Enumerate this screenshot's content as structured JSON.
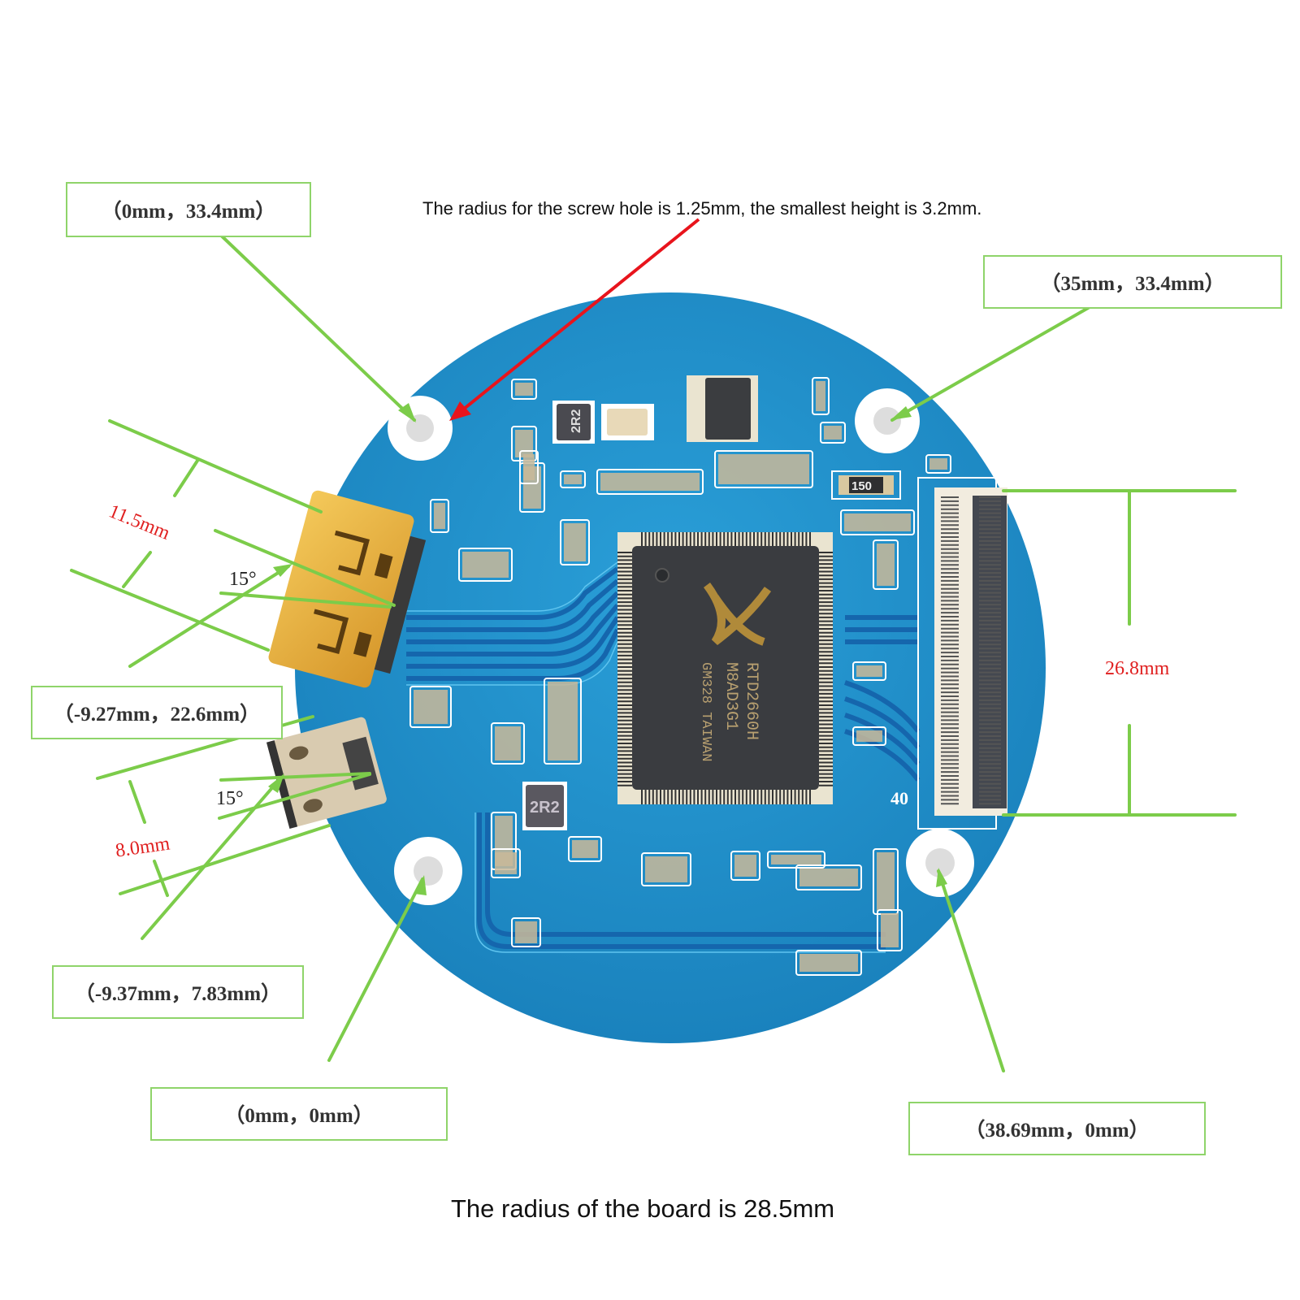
{
  "title_note": "The radius for the screw hole is 1.25mm, the smallest height is 3.2mm.",
  "caption": "The radius of the board is 28.5mm",
  "coordinates": {
    "top_left_hole": "（0mm，33.4mm）",
    "top_right_hole": "（35mm，33.4mm）",
    "hdmi_port": "（-9.27mm，22.6mm）",
    "usb_port": "（-9.37mm，7.83mm）",
    "bottom_left_hole": "（0mm，0mm）",
    "bottom_right_hole": "（38.69mm，0mm）"
  },
  "dimensions": {
    "hdmi_width": "11.5mm",
    "hdmi_angle": "15°",
    "usb_width": "8.0mm",
    "usb_angle": "15°",
    "fpc_length": "26.8mm"
  },
  "board": {
    "main_chip_lines": [
      "RTD2660H",
      "M8AD3G1",
      "GM328 TAIWAN"
    ],
    "inductor_top": "2R2",
    "inductor_bottom": "2R2",
    "resistor": "150",
    "fpc_pin_label": "40"
  },
  "colors": {
    "pcb": "#1e8fc8",
    "pcb_dark": "#1565a8",
    "annotation_green": "#7ccc4a",
    "arrow_red": "#e8141c",
    "dimension_red": "#e02020",
    "gold": "#e0a830"
  }
}
